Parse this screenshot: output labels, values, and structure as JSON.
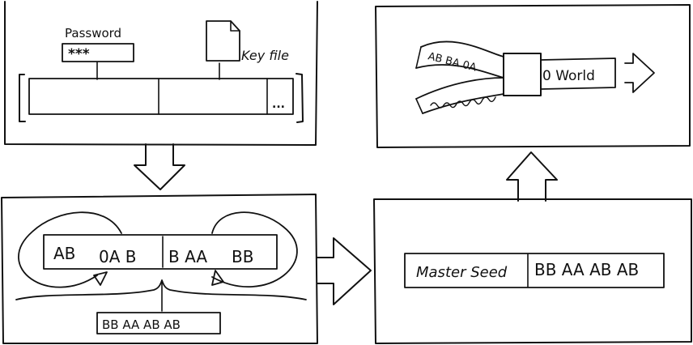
{
  "panel_input": {
    "password_label": "Password",
    "password_mask": "***",
    "keyfile_label": "Key file",
    "slot3_label": "..."
  },
  "panel_composite": {
    "segments": [
      "AB",
      "0A B",
      "B AA",
      "BB"
    ],
    "salt": "BB AA AB AB"
  },
  "panel_seed": {
    "label": "Master Seed",
    "value": "BB AA AB AB"
  },
  "panel_output": {
    "stream_text": "AB BA 0A",
    "result_text": "0 World"
  }
}
